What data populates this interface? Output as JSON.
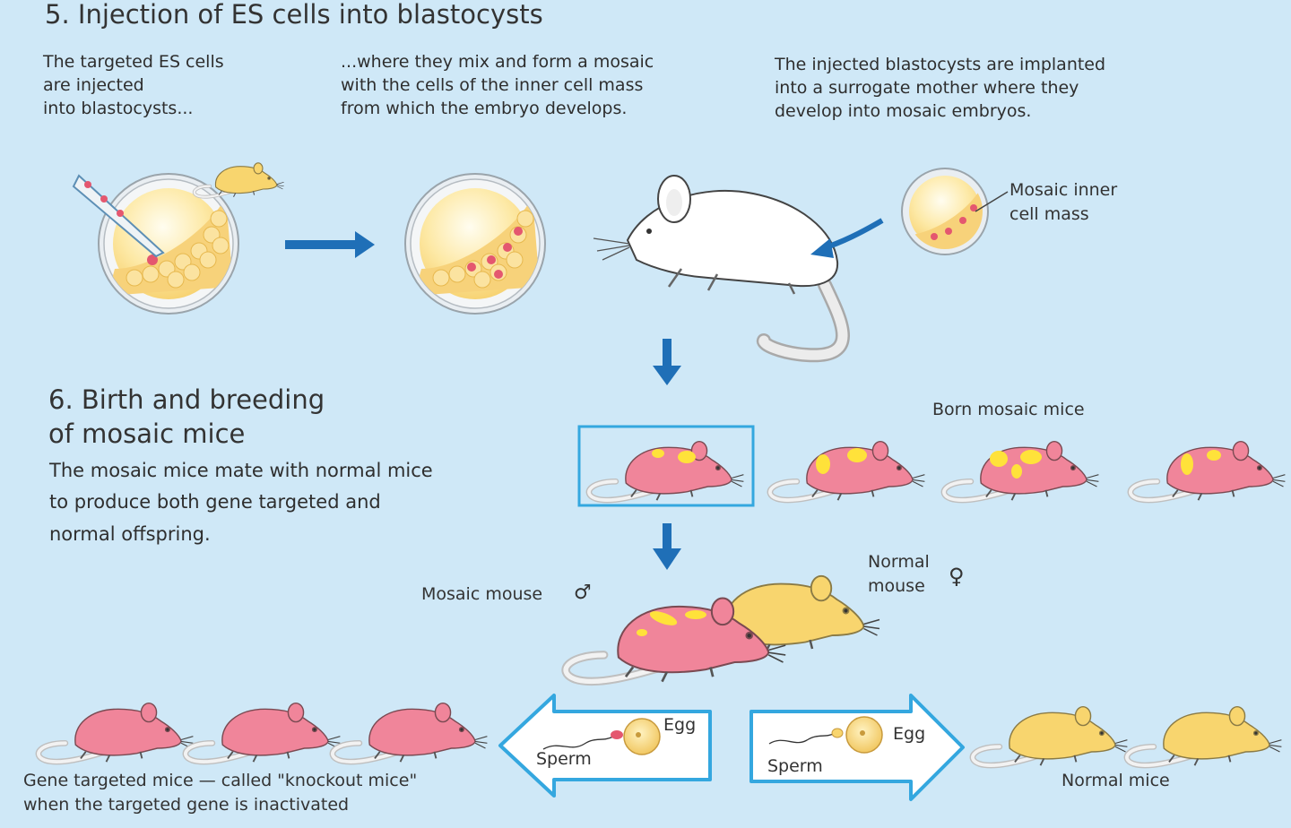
{
  "step5": {
    "title": "5.  Injection of ES  cells into blastocysts",
    "caption1": "The targeted ES cells\nare injected\ninto blastocysts...",
    "caption2": "...where they mix and form a mosaic\nwith the cells of the inner cell mass\nfrom which the embryo develops.",
    "caption3": "The injected blastocysts are implanted\ninto a surrogate mother where they\ndevelop into mosaic embryos.",
    "inner_mass_label": "Mosaic inner\ncell mass"
  },
  "step6": {
    "title": "6.  Birth and breeding\nof mosaic mice",
    "description": "The mosaic mice mate with normal mice\nto produce both gene targeted and\nnormal offspring.",
    "born_label": "Born mosaic mice",
    "mosaic_mouse_label": "Mosaic mouse",
    "male_symbol": "♂",
    "normal_mouse_label": "Normal\nmouse",
    "female_symbol": "♀",
    "sperm_left": "Sperm",
    "egg_left": "Egg",
    "sperm_right": "Sperm",
    "egg_right": "Egg",
    "knockout_label": "Gene targeted mice — called \"knockout mice\"\nwhen the targeted gene is inactivated",
    "normal_mice_label": "Normal mice"
  },
  "colors": {
    "background": "#cfe8f7",
    "arrow_blue": "#1f6fb7",
    "outline_blue": "#34a7df",
    "mosaic_pink": "#f0859a",
    "mosaic_patch": "#ffe23a",
    "normal_yellow": "#f8d56e",
    "white_mouse": "#ffffff"
  },
  "icons": [
    "blastocyst-icon",
    "injection-pipette-icon",
    "mouse-icon",
    "arrow-right-icon",
    "arrow-down-icon",
    "sperm-icon",
    "egg-icon",
    "block-arrow-left-icon",
    "block-arrow-right-icon"
  ]
}
